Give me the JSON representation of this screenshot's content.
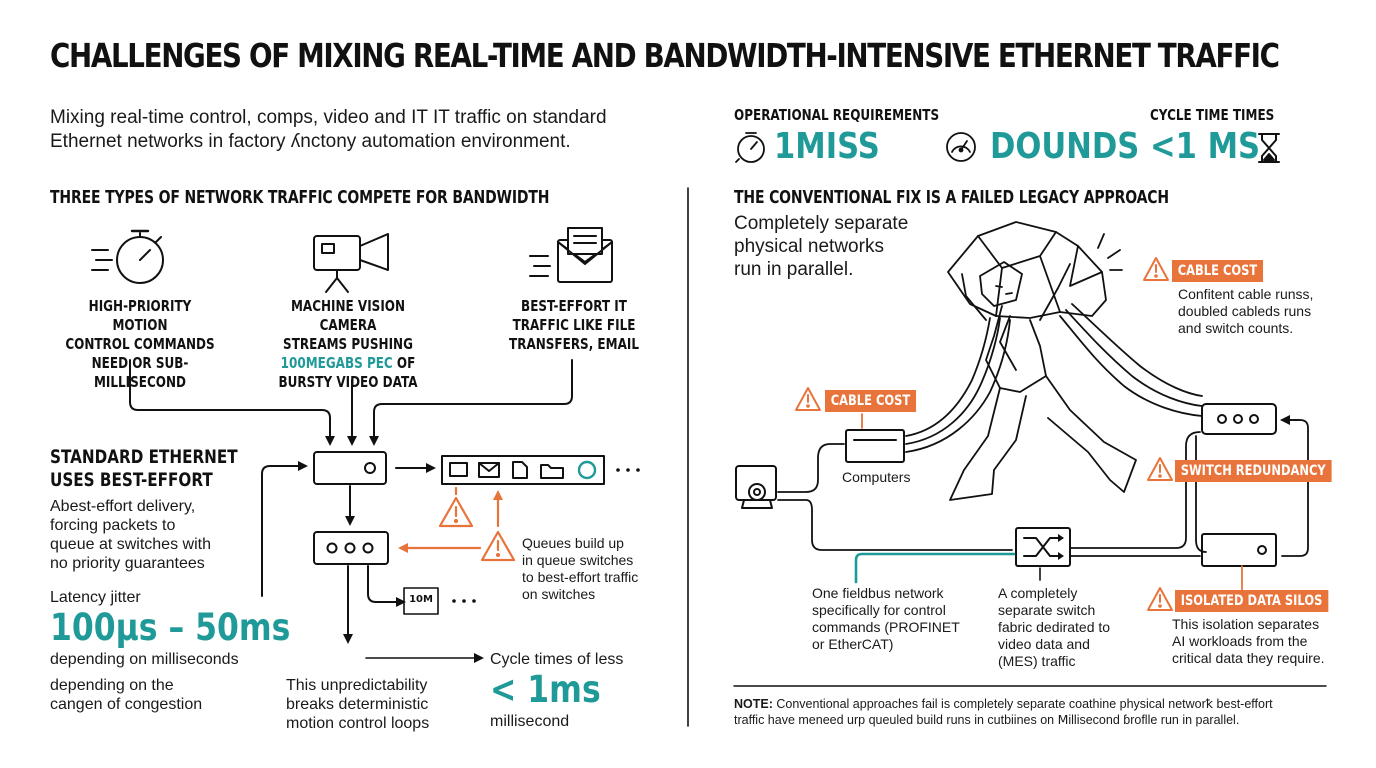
{
  "title": "CHALLENGES OF MIXING REAL-TIME AND BANDWIDTH-INTENSIVE ETHERNET TRAFFIC",
  "intro": {
    "line1": "Mixing real-time control, comps, video and IT IT traffic on standard",
    "line2": "Ethernet networks in factory ʎnctony automation environment."
  },
  "left": {
    "section_title": "THREE TYPES OF NETWORK TRAFFIC COMPETE FOR BANDWIDTH",
    "traffic": [
      {
        "icon": "stopwatch-icon",
        "lines": [
          "HIGH-PRIORITY MOTION",
          "CONTROL COMMANDS",
          "NEED OR SUB-MILLISECOND"
        ]
      },
      {
        "icon": "video-camera-icon",
        "lines": [
          "MACHINE VISION CAMERA",
          "STREAMS PUSHING",
          "BURSTY VIDEO DATA"
        ],
        "highlight": "100MEGABS PEC",
        "highlight_suffix": " OF"
      },
      {
        "icon": "email-icon",
        "lines": [
          "BEST-EFFORT IT",
          "TRAFFIC LIKE FILE",
          "TRANSFERS, EMAIL"
        ]
      }
    ],
    "standard": {
      "title1": "STANDARD ETHERNET",
      "title2": "USES BEST-EFFORT",
      "desc": [
        "Abest-effort delivery,",
        "forcing packets to",
        "queue at switches with",
        "no priority guarantees"
      ]
    },
    "latency": {
      "label": "Latency jitter",
      "value": "100µs – 50ms",
      "desc1": "depending on milliseconds",
      "desc2a": "depending on the",
      "desc2b": "cangen of congestion"
    },
    "queue_note": [
      "Queues build up",
      "in queue switches",
      "to best-effort traffic",
      "on switches"
    ],
    "box_10m": "10M",
    "ellipsis": "• • •",
    "unpredict": [
      "This unpredictability",
      "breaks deterministic",
      "motion control loops"
    ],
    "cycle": {
      "label": "Cycle times of less",
      "value": "< 1ms",
      "unit": "millisecond"
    }
  },
  "right": {
    "op_req": "OPERATIONAL REQUIREMENTS",
    "cycle_times": "CYCLE TIME TIMES",
    "metrics": [
      {
        "icon": "stopwatch-icon",
        "value": "1MISS"
      },
      {
        "icon": "gauge-icon",
        "value": "DOUNDS"
      },
      {
        "icon": "hourglass-icon",
        "value": "<1 MS"
      }
    ],
    "section_title": "THE CONVENTIONAL FIX IS A FAILED LEGACY APPROACH",
    "sub": [
      "Completely separate",
      "physical networks",
      "run in parallel."
    ],
    "badges": {
      "cable_cost_1": "CABLE COST",
      "cable_cost_2": "CABLE COST",
      "switch_redundancy": "SWITCH REDUNDANCY",
      "isolated": "ISOLATED DATA SILOS"
    },
    "cable_note": [
      "Confitent cable runss,",
      "doubled cableds runs",
      "and switch counts."
    ],
    "computers": "Computers",
    "fieldbus": [
      "One fieldbus network",
      "specifically for control",
      "commands (PROFINET",
      "or EtherCAT)"
    ],
    "switch_fabric": [
      "A completely",
      "separate switch",
      "fabric dedirated to",
      "video data and",
      "(MES) traffic"
    ],
    "isolation": [
      "This isolation separates",
      "AI workloads from the",
      "critical data they require."
    ],
    "note_label": "NOTE:",
    "note_line1": " Conventional approaches fail is completely separate coathine physical networꝁ best-effort",
    "note_line2": "traffic have meneed urp queuled build runs in cutbiines on Ⅿillisecond ɓroflle run in parallel."
  },
  "colors": {
    "teal": "#1f9a98",
    "orange": "#e8743b",
    "ink": "#111111"
  }
}
